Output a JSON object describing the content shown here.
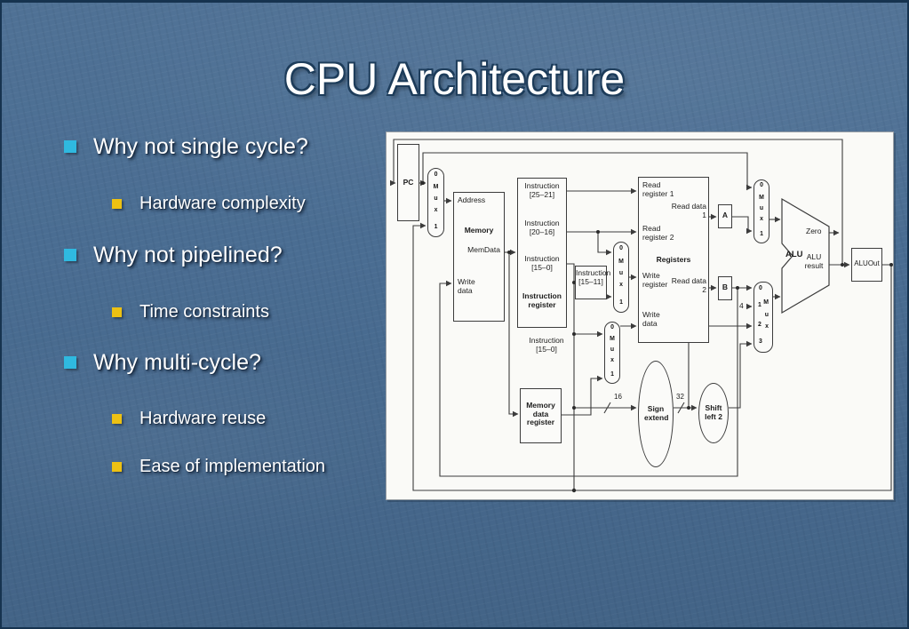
{
  "slide": {
    "title": "CPU Architecture",
    "bullets": [
      {
        "level": 1,
        "text": "Why not single cycle?"
      },
      {
        "level": 2,
        "text": "Hardware complexity"
      },
      {
        "level": 1,
        "text": "Why not pipelined?"
      },
      {
        "level": 2,
        "text": "Time constraints"
      },
      {
        "level": 1,
        "text": "Why multi-cycle?"
      },
      {
        "level": 2,
        "text": "Hardware reuse"
      },
      {
        "level": 2,
        "text": "Ease of implementation"
      }
    ],
    "colors": {
      "background": "#4a6d92",
      "bullet_level1": "#2fb9e0",
      "bullet_level2": "#edc113",
      "title_text": "#ffffff"
    }
  },
  "diagram": {
    "pc": "PC",
    "mux2": [
      "0",
      "M",
      "u",
      "x",
      "1"
    ],
    "mux4_left": [
      "0",
      "1",
      "2",
      "3"
    ],
    "mux4_right": [
      "M",
      "u",
      "x"
    ],
    "memory": {
      "title": "Memory",
      "address": "Address",
      "mem_data": "MemData",
      "write_data": "Write data"
    },
    "instruction_register": {
      "field_25_21": "Instruction [25–21]",
      "field_20_16": "Instruction [20–16]",
      "field_15_0": "Instruction [15–0]",
      "title": "Instruction register"
    },
    "instruction_15_0_label": "Instruction [15–0]",
    "instruction_15_11_label": "Instruction [15–11]",
    "memory_data_register": "Memory data register",
    "registers": {
      "title": "Registers",
      "read_register_1": "Read register 1",
      "read_register_2": "Read register 2",
      "write_register": "Write register",
      "write_data": "Write data",
      "read_data_1": "Read data 1",
      "read_data_2": "Read data 2"
    },
    "reg_a": "A",
    "reg_b": "B",
    "const_four": "4",
    "alu": {
      "title": "ALU",
      "zero": "Zero",
      "result": "ALU result"
    },
    "alu_out": "ALUOut",
    "sign_extend": "Sign extend",
    "shift_left_2": "Shift left 2",
    "width_16": "16",
    "width_32": "32"
  }
}
